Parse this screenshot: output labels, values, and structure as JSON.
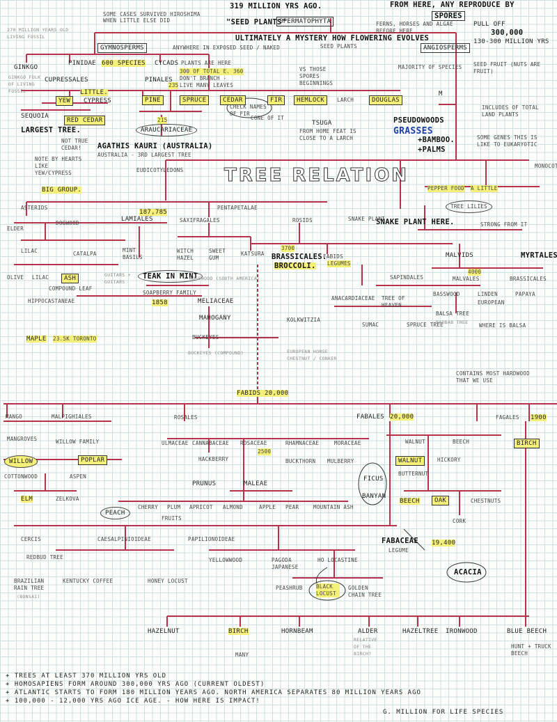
{
  "title": "TREE RELATION",
  "header": {
    "spore_time": "319 MILLION YRS AGO.",
    "seed_plants": "\"SEED PLANTS\"",
    "spermatophyta": "SPERMATOPHYTA",
    "from_here": "FROM HERE, ANY REPRODUCE BY",
    "spores": "SPORES",
    "ferns_note": "FERNS, HORSES AND ALGAE",
    "before_here": "BEFORE HERE",
    "hiroshima_note": "SOME CASES SURVIVED HIROSHIMA",
    "hiroshima_note2": "WHEN LITTLE ELSE DID",
    "million_note": "270 MILLION YEARS OLD LIVING FOSSIL",
    "mystery": "ULTIMATELY A MYSTERY HOW FLOWERING EVOLVES",
    "seed_plants2": "SEED PLANTS",
    "full_off": "PULL OFF",
    "num_species": "300,000",
    "years_range": "130-300 MILLION YRS",
    "majority": "MAJORITY OF SPECIES",
    "seed_fruit": "SEED FRUIT (NUTS ARE FRUIT)"
  },
  "gymno": {
    "label": "GYMNOSPERMS",
    "note": "ANYWHERE IN EXPOSED SEED / NAKED",
    "ginkgo": "GINKGO",
    "ginkgo_note": "GINKGO FOLK OF LIVING FOSSIL",
    "pinidae": "PINIDAE",
    "pinidae_count": "600 SPECIES",
    "cycads": "CYCADS",
    "cycads_note": "PLANTS ARE HERE",
    "cycads_pct": "300 OF TOTAL E. 360",
    "cupressales": "CUPRESSALES",
    "pinales": "PINALES",
    "pinales_count": "235",
    "pinales_note": "DON'T BRANCH - LIVE MANY LEAVES",
    "yew": "YEW",
    "cypress": "CYPRESS",
    "little": "LITTLE.",
    "sequoia": "SEQUOIA",
    "redcedar": "RED CEDAR",
    "largest": "LARGEST TREE.",
    "not_true_cedar": "NOT TRUE CEDAR!",
    "note_heartwood": "NOTE BY HEARTS LIKE YEW/CYPRESS",
    "pine": "PINE",
    "spruce": "SPRUCE",
    "cedar": "CEDAR",
    "fir": "FIR",
    "hemlock": "HEMLOCK",
    "larch": "LARCH",
    "douglas": "DOUGLAS",
    "spores_note": "VS THOSE SPORES BEGINNINGS",
    "cone": "CONE OF IT",
    "tsuga": "TSUGA",
    "tsuga_note": "FROM HOME FEAT IS CLOSE TO A LARCH",
    "araucaria": "ARAUCARIACEAE",
    "araucaria_count": "215",
    "agathis": "AGATHIS KAURI (AUSTRALIA)",
    "agathis2": "AUSTRALIA - 3RD LARGEST TREE",
    "check": "CHECK NAMES OF FIR"
  },
  "angio": {
    "label": "ANGIOSPERMS",
    "pseudowoods": "PSEUDOWOODS",
    "grasses": "GRASSES",
    "bamboo": "+BAMBOO.",
    "palms": "+PALMS",
    "m_mark": "M",
    "includes": "INCLUDES OF TOTAL LAND PLANTS",
    "some_genes": "SOME GENES THIS IS LIKE TO EUKARYOTIC",
    "monocots": "MONOCOTS",
    "eudicots": "EUDICOTYLEDONS",
    "big_group": "BIG GROUP.",
    "asterids": "ASTERIDS",
    "penta": "PENTAPETALAE",
    "elder": "ELDER",
    "dogwood": "DOGWOOD",
    "lamiales": "LAMIALES",
    "lamiales_count": "187,785",
    "saxifragales": "SAXIFRAGALES",
    "rosids": "ROSIDS",
    "snake1": "SNAKE PLANT HERE.",
    "snake2": "SNAKE PLANT",
    "pepper": "PEPPER FOOD",
    "a_little": "A LITTLE",
    "tree_lilies": "TREE LILIES",
    "strong": "STRONG FROM IT",
    "lilac": "LILAC",
    "catalpa": "CATALPA",
    "mint": "MINT BASILS",
    "witch": "WITCH HAZEL",
    "sweet": "SWEET GUM",
    "katsura": "KATSURA",
    "brassicales": "BRASSICALES.",
    "brassic_count": "3700",
    "broccoli": "BROCCOLI.",
    "fabids": "FABIDS",
    "legumes": "LEGUMES",
    "malvids": "MALVIDS",
    "myrtales": "MYRTALES",
    "olive": "OLIVE",
    "lilac2": "LILAC",
    "ash": "ASH",
    "compound": "COMPOUND LEAF",
    "guitars": "GUITARS + GUITARS",
    "teak": "TEAK IN MINT",
    "rosewood": "ROSEWOOD (SOUTH AMERICA)",
    "soapberry": "SOAPBERRY FAMILY",
    "soapberry_count": "1858",
    "hippo": "HIPPOCASTANEAE",
    "maple": "MAPLE",
    "maple_count": "23.5K TORONTO",
    "meliaceae": "MELIACEAE",
    "mahogany": "MAHOGANY",
    "buckeyes": "BUCKEYES",
    "buckeyes2": "BUCKEYES (COMPOUND)",
    "european": "EUROPEAN HORSE CHESTNUT / CONKER",
    "kolkwitzia": "KOLKWITZIA",
    "anacardiaceae": "ANACARDIACEAE",
    "tree_heaven": "TREE OF HEAVEN",
    "sumac": "SUMAC",
    "spruce_tree": "SPRUCE TREE",
    "sapindales": "SAPINDALES",
    "malvales": "MALVALES",
    "malvales_count": "4000",
    "brassicales2": "BRASSICALES",
    "basswood": "BASSWOOD",
    "linden": "LINDEN",
    "european_linden": "EUROPEAN",
    "papaya": "PAPAYA",
    "balsa": "BALSA TREE",
    "balsa_note": "BAOBAB TREE",
    "where_balsa": "WHERE IS BALSA",
    "contains_hardwood": "CONTAINS MOST HARDWOOD THAT WE USE",
    "fabids_count": "FABIDS 20,000",
    "mango": "MANGO",
    "malpighiales": "MALPIGHIALES",
    "rosales": "ROSALES",
    "fabales": "FABALES",
    "fabales_count": "20,000",
    "fagales": "FAGALES",
    "fagales_count": "1900",
    "mangroves": "MANGROVES",
    "willow_family": "WILLOW FAMILY",
    "willow": "WILLOW",
    "poplar": "POPLAR",
    "cottonwood": "COTTONWOOD",
    "aspen": "ASPEN",
    "elm": "ELM",
    "zelkova": "ZELKOVA",
    "ulmaceae": "ULMACEAE",
    "cannabaceae": "CANNABACEAE",
    "rosaceae": "ROSACEAE",
    "rosaceae_count": "2500",
    "rhamnaceae": "RHAMNACEAE",
    "moraceae": "MORACEAE",
    "hackberry": "HACKBERRY",
    "buckthorn": "BUCKTHORN",
    "mulberry": "MULBERRY",
    "ficus": "FICUS",
    "banyan": "BANYAN",
    "prunus": "PRUNUS",
    "maleae": "MALEAE",
    "peach": "PEACH",
    "cherry": "CHERRY",
    "plum": "PLUM",
    "apricot": "APRICOT",
    "almond": "ALMOND",
    "apple": "APPLE",
    "pear": "PEAR",
    "mountain_ash": "MOUNTAIN ASH",
    "fruits": "FRUITS",
    "walnut": "WALNUT",
    "beech": "BEECH",
    "birch": "BIRCH",
    "walnut2": "WALNUT",
    "hickory": "HICKORY",
    "butternut": "BUTTERNUT",
    "beech2": "BEECH",
    "oak": "OAK",
    "chestnuts": "CHESTNUTS",
    "cork": "CORK",
    "fabaceae": "FABACEAE",
    "legume": "LEGUME",
    "fab_count": "19,400",
    "cercis": "CERCIS",
    "caesalpinioideae": "CAESALPINIOIDEAE",
    "papilionoideae": "PAPILIONOIDEAE",
    "redbud": "REDBUD TREE",
    "yellowwood": "YELLOWWOOD",
    "pagoda": "PAGODA JAPANESE",
    "ho": "HO LOCASTINE",
    "acacia": "ACACIA",
    "brazilian": "BRAZILIAN RAIN TREE",
    "bonsai": "(BONSAI)",
    "kentucky": "KENTUCKY COFFEE",
    "honey": "HONEY LOCUST",
    "peashrub": "PEASHRUB",
    "black_locust": "BLACK LOCUST",
    "golden_chain": "GOLDEN CHAIN TREE",
    "hazelnut": "HAZELNUT",
    "birch2": "BIRCH",
    "hornbeam": "HORNBEAM",
    "alder": "ALDER",
    "alder_note": "RELATIVE OF THE BIRCH?",
    "hazeltree": "HAZELTREE",
    "ironwood": "IRONWOOD",
    "blue_beech": "BLUE BEECH",
    "many": "MANY",
    "hunt": "HUNT + TRUCK BEECH"
  },
  "footer": [
    "+ TREES AT LEAST 370 MILLION YRS OLD",
    "+ HOMOSAPIENS FORM AROUND 300,000 YRS AGO (CURRENT OLDEST)",
    "+ ATLANTIC STARTS TO FORM 180 MILLION YEARS AGO. NORTH AMERICA SEPARATES 80 MILLION YEARS AGO",
    "+ 100,000 - 12,000 YRS AGO ICE AGE. - HOW HERE IS IMPACT!",
    "G. MILLION FOR LIFE SPECIES"
  ],
  "colors": {
    "line": "#b5324a",
    "highlight": "#f5f07a",
    "blue": "#1a3fa8"
  }
}
